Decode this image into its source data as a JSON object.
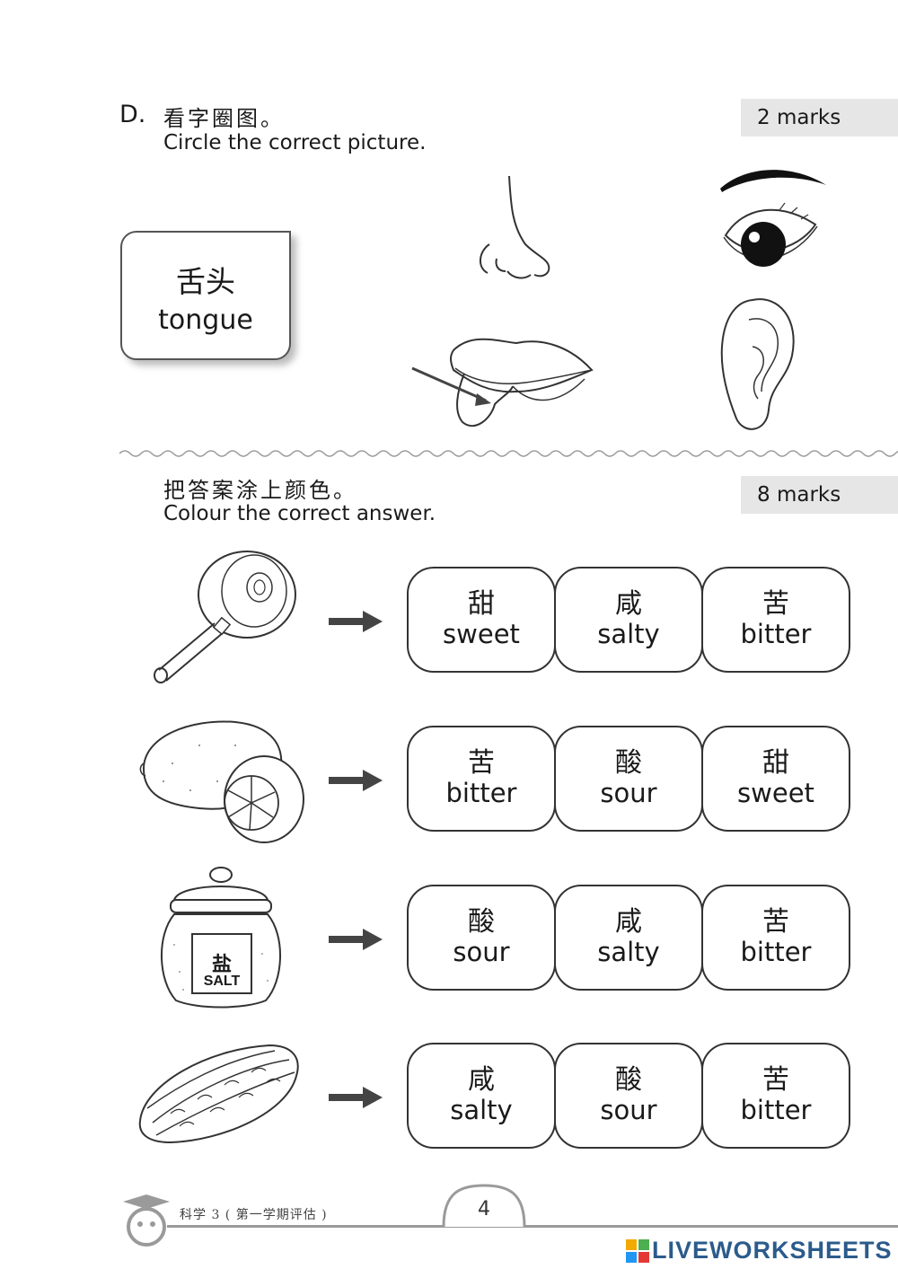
{
  "section_d": {
    "letter": "D.",
    "title_zh": "看字圈图。",
    "title_en": "Circle the correct picture.",
    "marks": "2 marks",
    "word_card": {
      "zh": "舌头",
      "en": "tongue"
    },
    "pictures": [
      "nose-picture",
      "eye-picture",
      "mouth-tongue-picture",
      "ear-picture"
    ]
  },
  "section_colour": {
    "title_zh": "把答案涂上颜色。",
    "title_en": "Colour the correct answer.",
    "marks": "8 marks",
    "rows": [
      {
        "item": "lollipop",
        "options": [
          {
            "zh": "甜",
            "en": "sweet"
          },
          {
            "zh": "咸",
            "en": "salty"
          },
          {
            "zh": "苦",
            "en": "bitter"
          }
        ]
      },
      {
        "item": "lemon",
        "options": [
          {
            "zh": "苦",
            "en": "bitter"
          },
          {
            "zh": "酸",
            "en": "sour"
          },
          {
            "zh": "甜",
            "en": "sweet"
          }
        ]
      },
      {
        "item": "salt-jar",
        "jar_label_zh": "盐",
        "jar_label_en": "SALT",
        "options": [
          {
            "zh": "酸",
            "en": "sour"
          },
          {
            "zh": "咸",
            "en": "salty"
          },
          {
            "zh": "苦",
            "en": "bitter"
          }
        ]
      },
      {
        "item": "bitter-gourd",
        "options": [
          {
            "zh": "咸",
            "en": "salty"
          },
          {
            "zh": "酸",
            "en": "sour"
          },
          {
            "zh": "苦",
            "en": "bitter"
          }
        ]
      }
    ]
  },
  "footer": {
    "book_title": "科学 3 ( 第一学期评估 )",
    "page_number": "4",
    "brand": "LIVEWORKSHEETS"
  }
}
